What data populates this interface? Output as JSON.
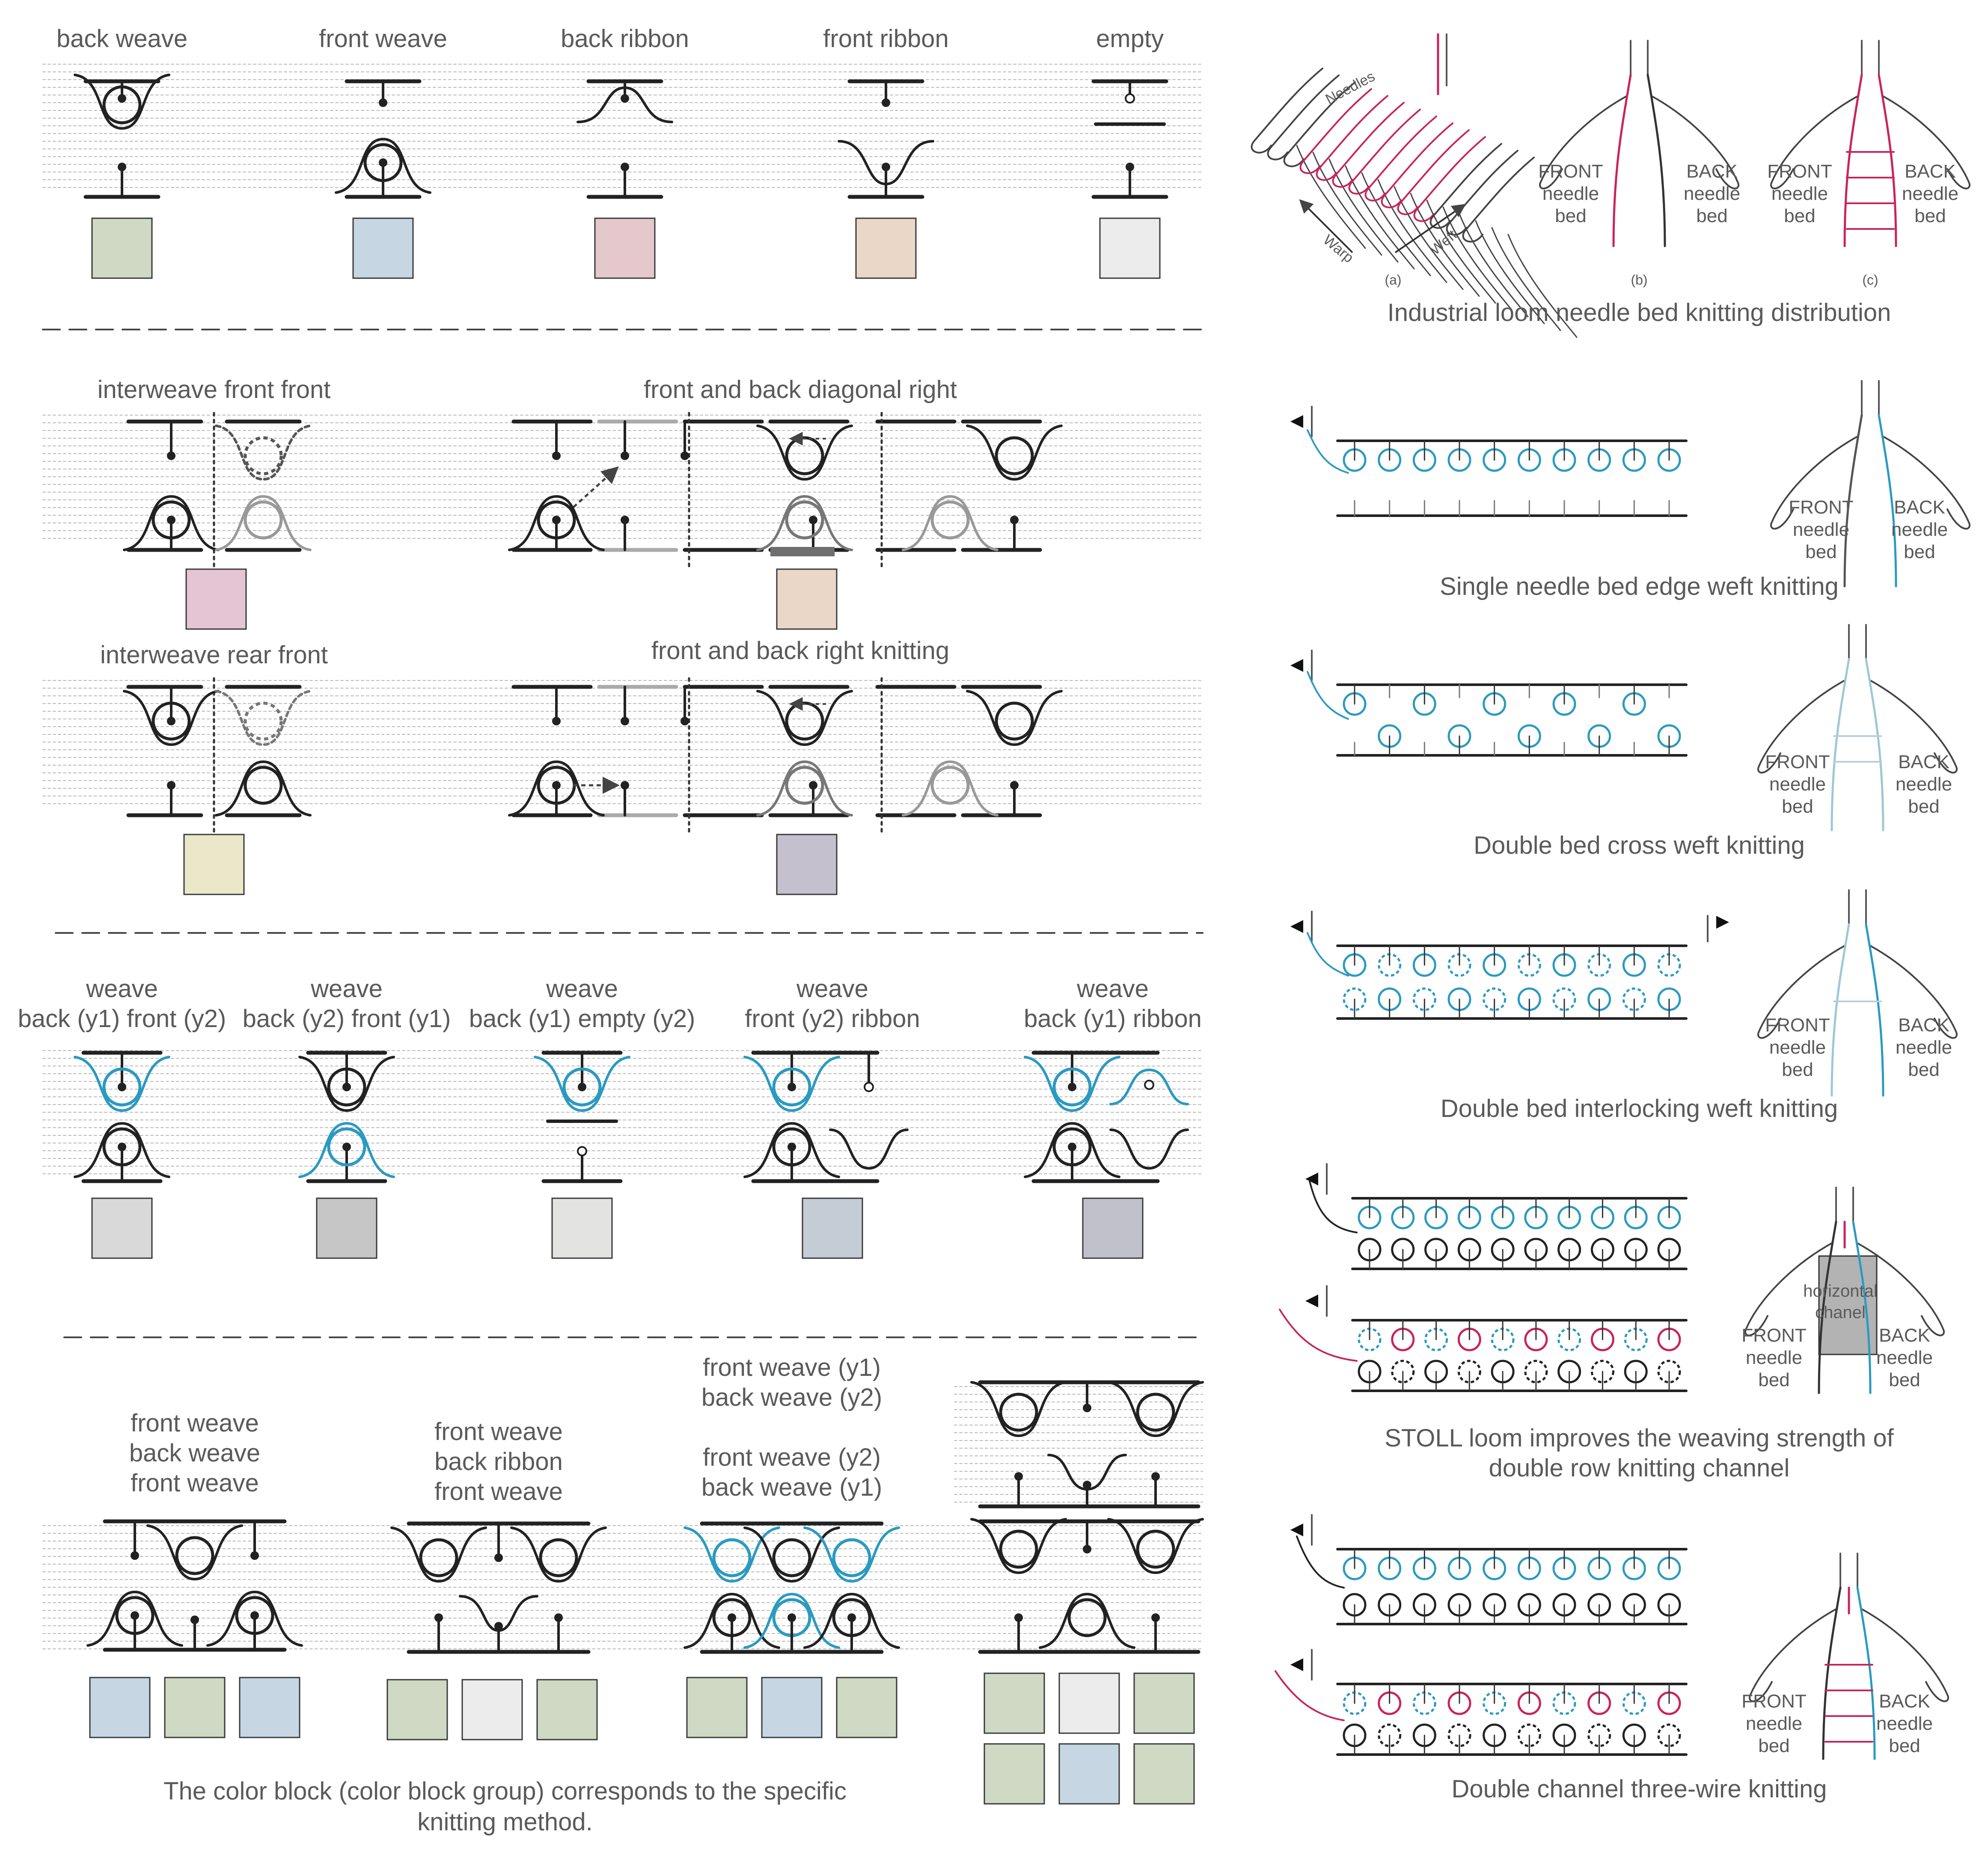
{
  "colors": {
    "green": "#cfd9c4",
    "blue": "#c6d7e3",
    "pink": "#e5c8cb",
    "peach": "#ebd7c7",
    "light": "#ececec",
    "magenta": "#e5c4d3",
    "yellow": "#ebe8c9",
    "mauve": "#c4c0ce",
    "gray1": "#d9d9d9",
    "gray2": "#c6c6c6",
    "gray3": "#e3e3e1",
    "slate": "#c4ccd6",
    "slate2": "#c1c1cc",
    "thread": "#222222",
    "cyan": "#2b9ac0",
    "red": "#c8245a",
    "channel": "#b3b3b3"
  },
  "left": {
    "row1": {
      "items": [
        {
          "label": "back weave",
          "swatch": "green"
        },
        {
          "label": "front weave",
          "swatch": "blue"
        },
        {
          "label": "back ribbon",
          "swatch": "pink"
        },
        {
          "label": "front ribbon",
          "swatch": "peach"
        },
        {
          "label": "empty",
          "swatch": "light"
        }
      ]
    },
    "row2": {
      "interweave_front_front": "interweave front front",
      "diag_right": "front and back diagonal right",
      "interweave_rear_front": "interweave rear front",
      "right_knitting": "front and back right knitting",
      "swatches": [
        "magenta",
        "peach",
        "yellow",
        "mauve"
      ]
    },
    "row3": {
      "items": [
        {
          "line1": "weave",
          "line2": "back (y1) front (y2)",
          "swatch": "gray1"
        },
        {
          "line1": "weave",
          "line2": "back (y2) front (y1)",
          "swatch": "gray2"
        },
        {
          "line1": "weave",
          "line2": "back (y1) empty (y2)",
          "swatch": "gray3"
        },
        {
          "line1": "weave",
          "line2": "front (y2)  ribbon",
          "swatch": "slate"
        },
        {
          "line1": "weave",
          "line2": "back (y1)  ribbon",
          "swatch": "slate2"
        }
      ]
    },
    "row4": {
      "group1": [
        "front weave",
        "back weave",
        "front weave"
      ],
      "group2": [
        "front weave",
        "back ribbon",
        "front weave"
      ],
      "group3a": [
        "front weave (y1)",
        "back weave (y2)"
      ],
      "group3b": [
        "front weave (y2)",
        "back weave (y1)"
      ],
      "caption": [
        "The color block (color block group) corresponds to the specific",
        "knitting method."
      ]
    }
  },
  "right": {
    "loom": {
      "needles_label": "Needles",
      "warp_label": "Warp",
      "weft_label": "Weft",
      "sub_a": "(a)",
      "sub_b": "(b)",
      "sub_c": "(c)",
      "caption": "Industrial loom needle bed knitting distribution"
    },
    "bed_labels": {
      "front": "FRONT",
      "back": "BACK",
      "needle": "needle",
      "bed": "bed"
    },
    "single": {
      "caption": "Single needle bed edge weft knitting"
    },
    "cross": {
      "caption": "Double bed cross weft knitting"
    },
    "interlock": {
      "caption": "Double bed interlocking weft knitting"
    },
    "stoll": {
      "channel_line1": "horizontal",
      "channel_line2": "chanel",
      "caption": [
        "STOLL loom improves the weaving strength of",
        "double row knitting channel"
      ]
    },
    "three_wire": {
      "caption": "Double channel three-wire knitting"
    }
  }
}
